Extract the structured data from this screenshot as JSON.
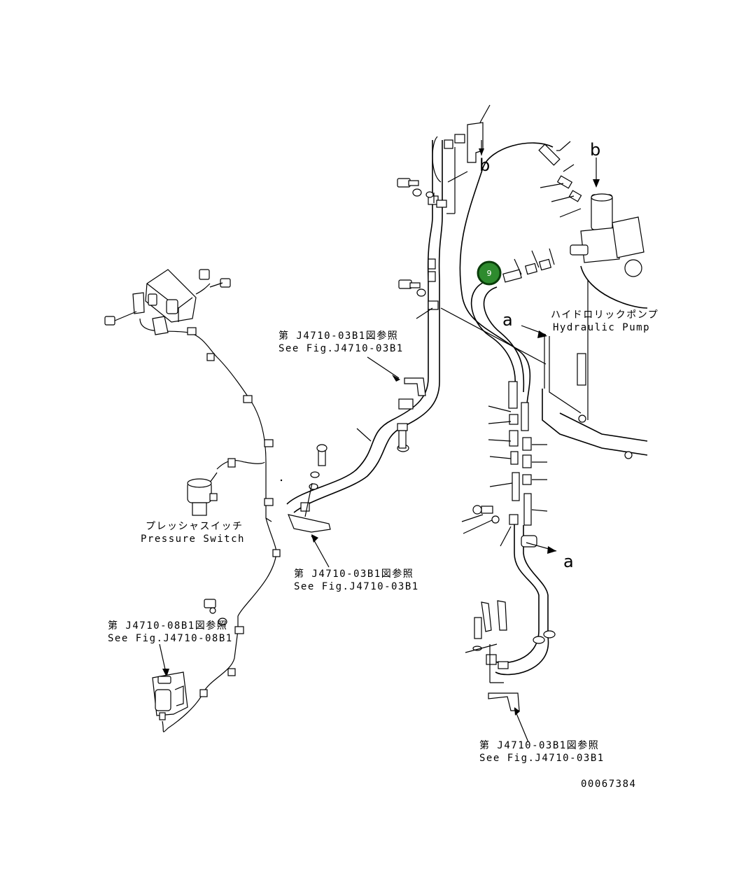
{
  "labels": {
    "hydraulic_pump_jp": "ハイドロリックポンプ",
    "hydraulic_pump_en": "Hydraulic Pump",
    "pressure_switch_jp": "プレッシャスイッチ",
    "pressure_switch_en": "Pressure Switch",
    "ref1_jp": "第 J4710-03B1図参照",
    "ref1_en": "See Fig.J4710-03B1",
    "ref2_jp": "第 J4710-03B1図参照",
    "ref2_en": "See Fig.J4710-03B1",
    "ref3_jp": "第 J4710-08B1図参照",
    "ref3_en": "See Fig.J4710-08B1",
    "ref4_jp": "第 J4710-03B1図参照",
    "ref4_en": "See Fig.J4710-03B1",
    "letter_a1": "a",
    "letter_a2": "a",
    "letter_b1": "b",
    "letter_b2": "b",
    "drawing_number": "00067384"
  },
  "callout": {
    "number": "9",
    "color": "#2e8b2e"
  }
}
